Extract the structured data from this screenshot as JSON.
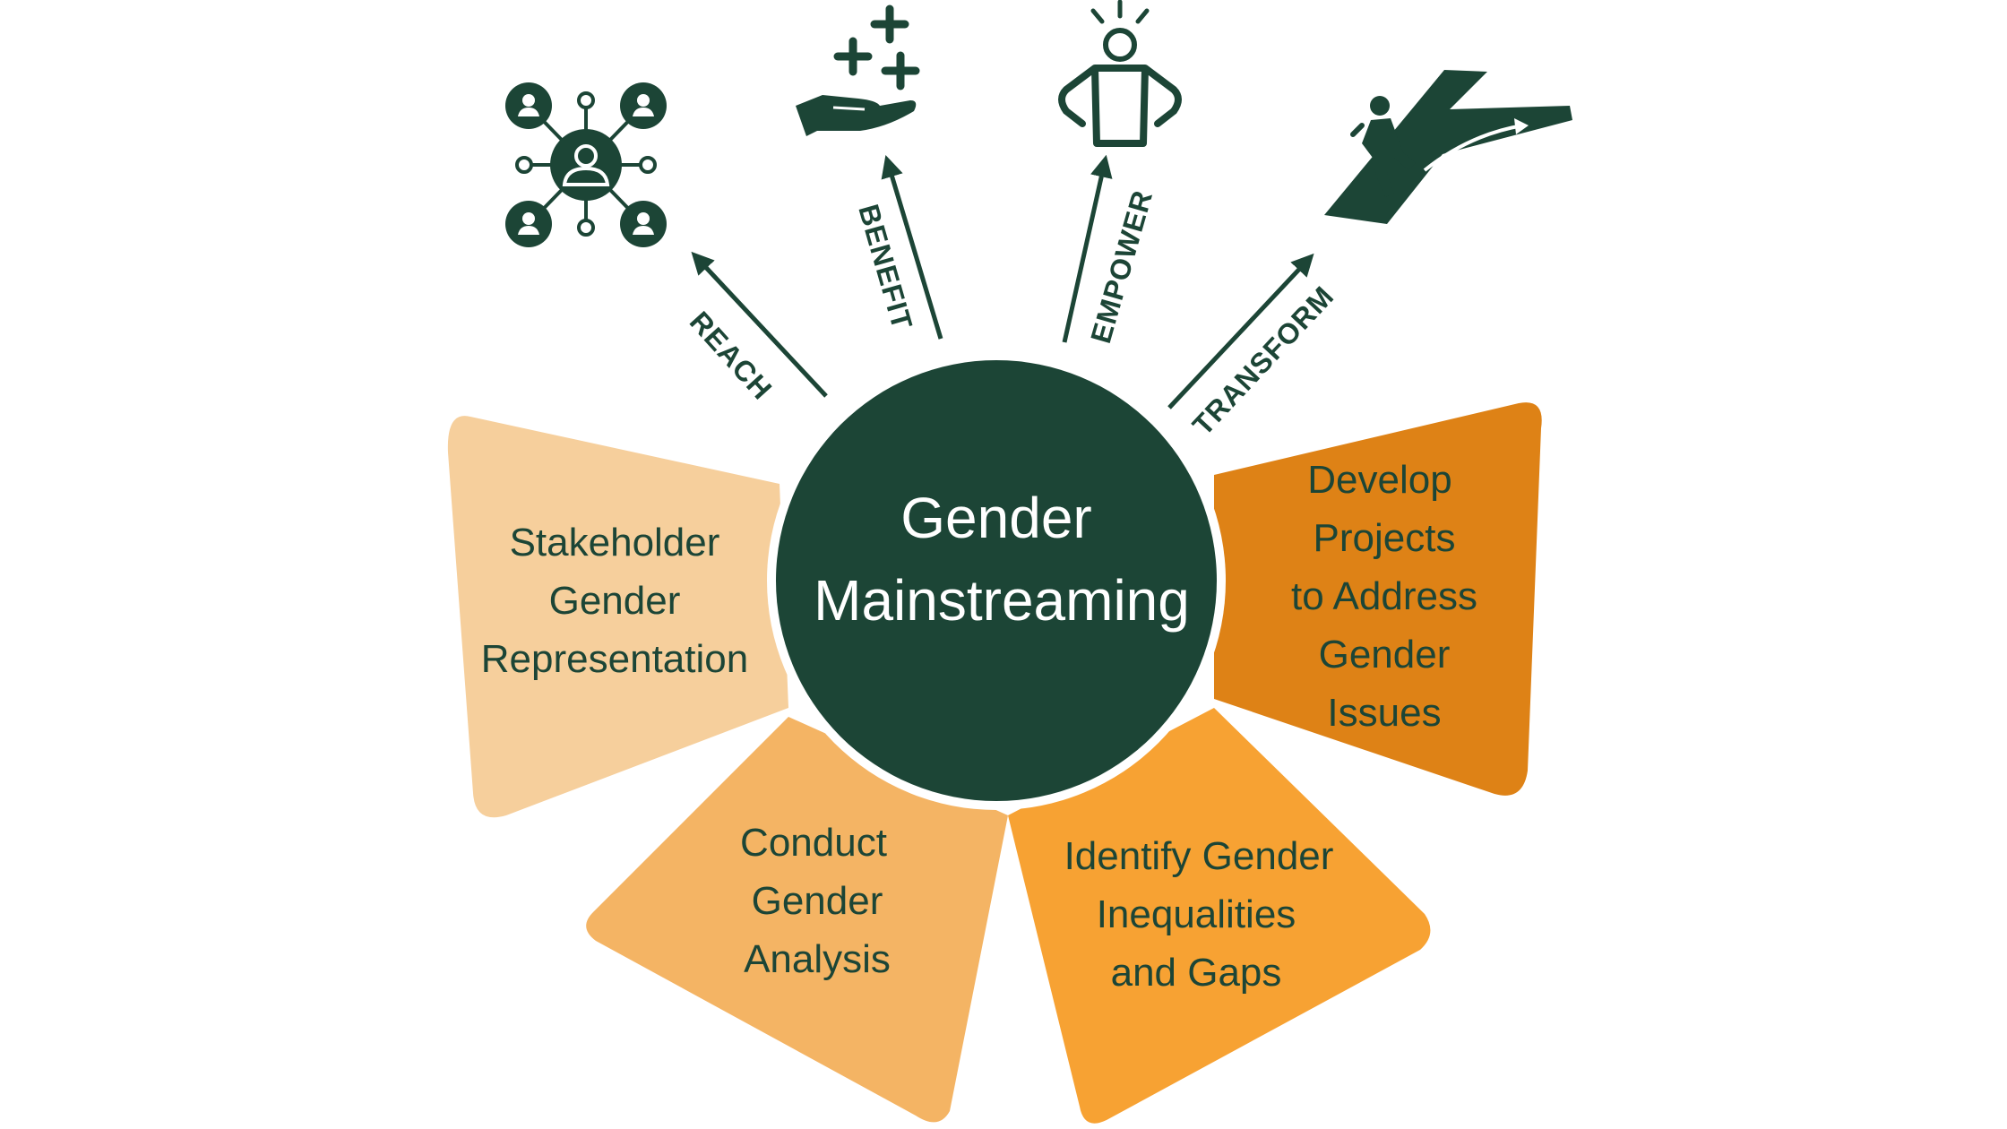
{
  "center": {
    "line1": "Gender",
    "line2": "Mainstreaming"
  },
  "petals": [
    {
      "lines": [
        "Stakeholder",
        "Gender",
        "Representation"
      ],
      "color": "#f6cf9c"
    },
    {
      "lines": [
        "Conduct",
        "Gender",
        "Analysis"
      ],
      "color": "#f4b464"
    },
    {
      "lines": [
        "Identify Gender",
        "Inequalities",
        "and Gaps"
      ],
      "color": "#f7a233"
    },
    {
      "lines": [
        "Develop",
        "Projects",
        "to Address",
        "Gender",
        "Issues"
      ],
      "color": "#de8216"
    }
  ],
  "arrows": [
    "REACH",
    "BENEFIT",
    "EMPOWER",
    "TRANSFORM"
  ],
  "icons": [
    "network-people-icon",
    "giving-hand-plus-icon",
    "empowered-person-icon",
    "climbing-path-icon"
  ],
  "colors": {
    "dark_green": "#1c4536",
    "background": "#ffffff"
  }
}
